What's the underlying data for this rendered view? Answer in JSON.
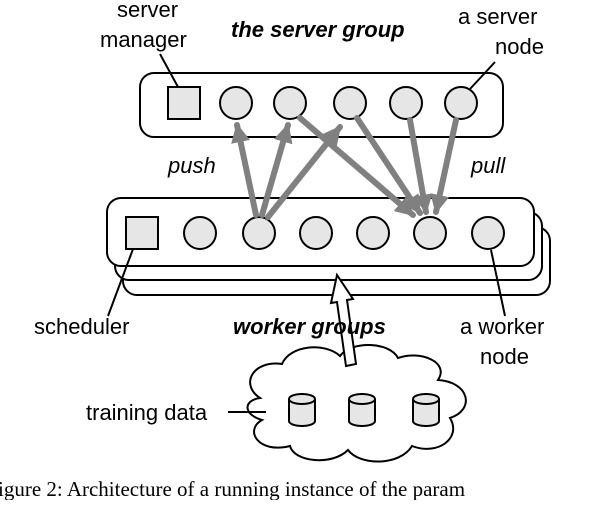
{
  "labels": {
    "server_manager_line1": "server",
    "server_manager_line2": "manager",
    "server_group": "the server group",
    "server_node_line1": "a server",
    "server_node_line2": "node",
    "push": "push",
    "pull": "pull",
    "scheduler": "scheduler",
    "worker_groups": "worker groups",
    "worker_node_line1": "a worker",
    "worker_node_line2": "node",
    "training_data": "training data"
  },
  "caption": "igure 2: Architecture of a running instance of the param",
  "colors": {
    "node_fill": "#e6e6e6",
    "arrow": "#808080",
    "stroke": "#000000"
  }
}
